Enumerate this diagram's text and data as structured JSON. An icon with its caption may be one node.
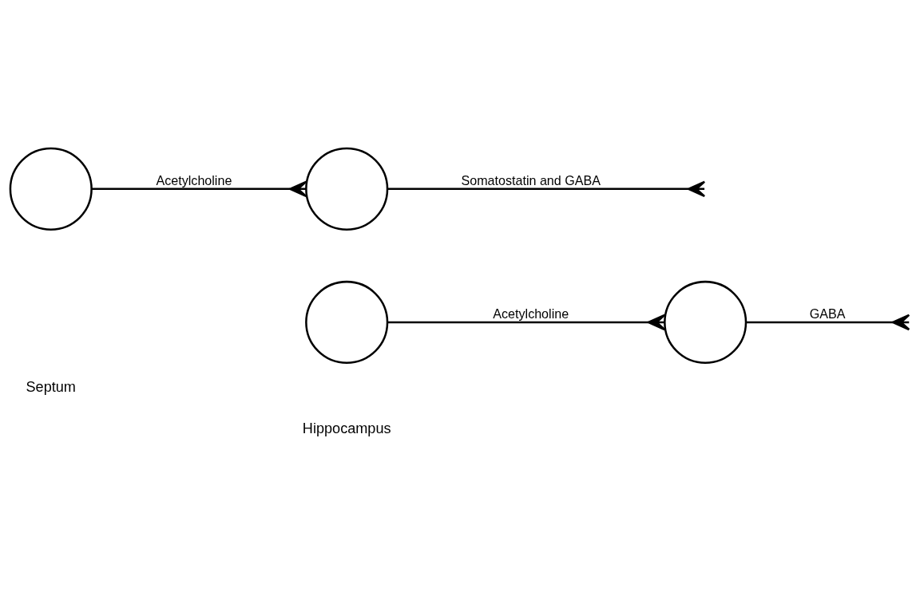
{
  "diagram": {
    "nodes": [
      {
        "text": [],
        "shape": "circle"
      },
      {
        "text": [],
        "shape": "circle"
      },
      {
        "text": [],
        "shape": "circle"
      },
      {
        "text": [],
        "shape": "circle"
      }
    ],
    "edges": [
      {
        "from": 0,
        "to": 1,
        "arrow": "other",
        "label": "Acetylcholine"
      },
      {
        "from": 1,
        "to": null,
        "arrow": "other",
        "label": "GABA"
      },
      {
        "from": 2,
        "to": 3,
        "arrow": "other",
        "label": "Acetylcholine"
      },
      {
        "from": 3,
        "to": null,
        "arrow": "other",
        "label": "Somatostatin and GABA"
      }
    ],
    "labels": [
      "Septum",
      "Hippocampus"
    ]
  }
}
